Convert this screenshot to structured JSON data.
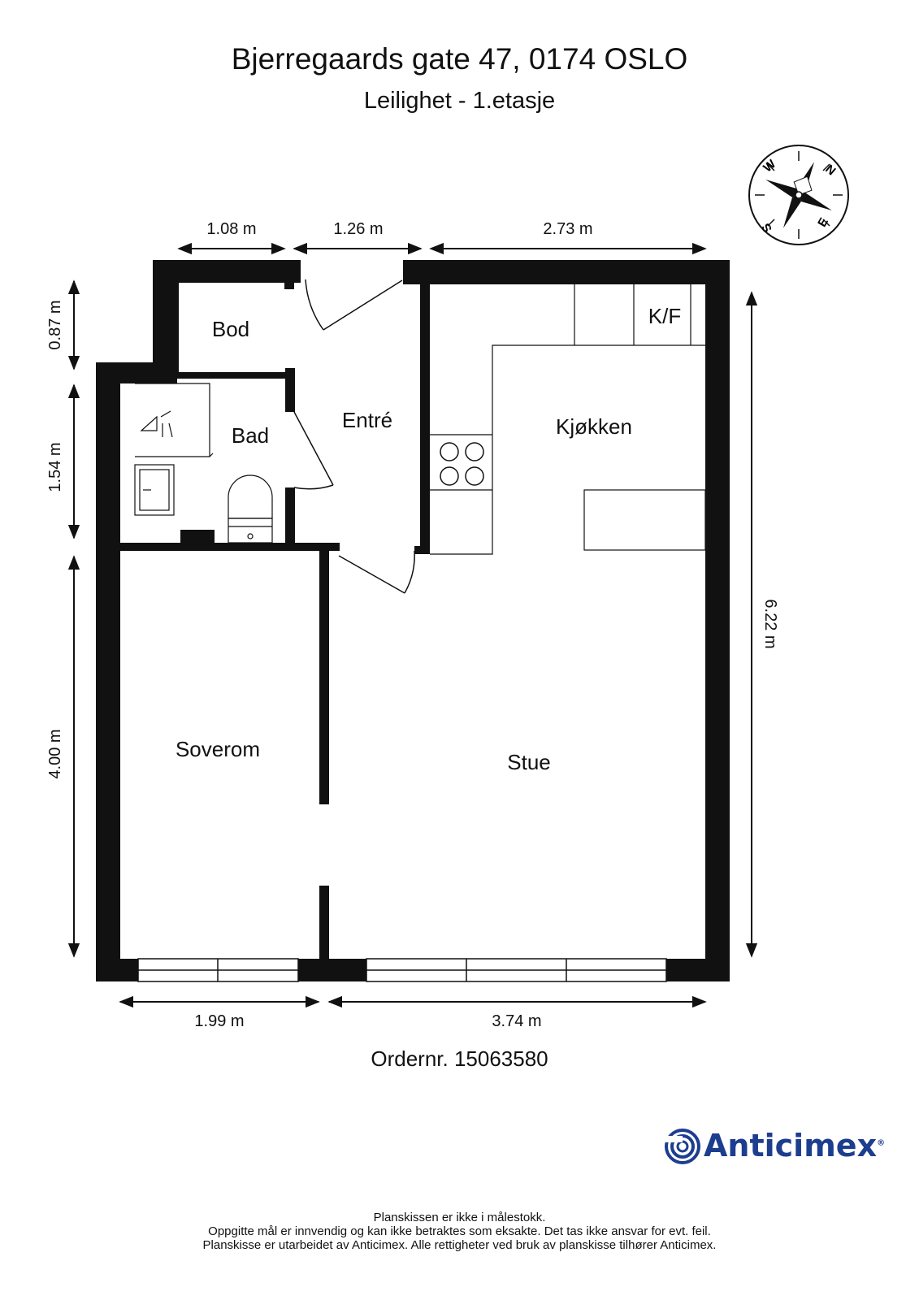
{
  "header": {
    "title": "Bjerregaards gate 47, 0174 OSLO",
    "subtitle": "Leilighet  - 1.etasje"
  },
  "compass": {
    "labels": [
      "W",
      "N",
      "S",
      "E"
    ]
  },
  "rooms": {
    "bod": "Bod",
    "bad": "Bad",
    "entre": "Entré",
    "kjokken": "Kjøkken",
    "kf": "K/F",
    "soverom": "Soverom",
    "stue": "Stue"
  },
  "dimensions": {
    "top_1": "1.08 m",
    "top_2": "1.26 m",
    "top_3": "2.73 m",
    "left_1": "0.87 m",
    "left_2": "1.54 m",
    "left_3": "4.00 m",
    "right_1": "6.22 m",
    "bottom_1": "1.99 m",
    "bottom_2": "3.74 m"
  },
  "order": "Ordernr. 15063580",
  "brand": {
    "name": "Anticimex",
    "color": "#1d3e8f"
  },
  "footer": {
    "line1": "Planskissen er ikke i målestokk.",
    "line2": "Oppgitte mål er innvendig og kan ikke betraktes som eksakte. Det tas ikke ansvar for evt. feil.",
    "line3": "Planskisse er utarbeidet av Anticimex. Alle rettigheter ved bruk av planskisse tilhører Anticimex."
  }
}
